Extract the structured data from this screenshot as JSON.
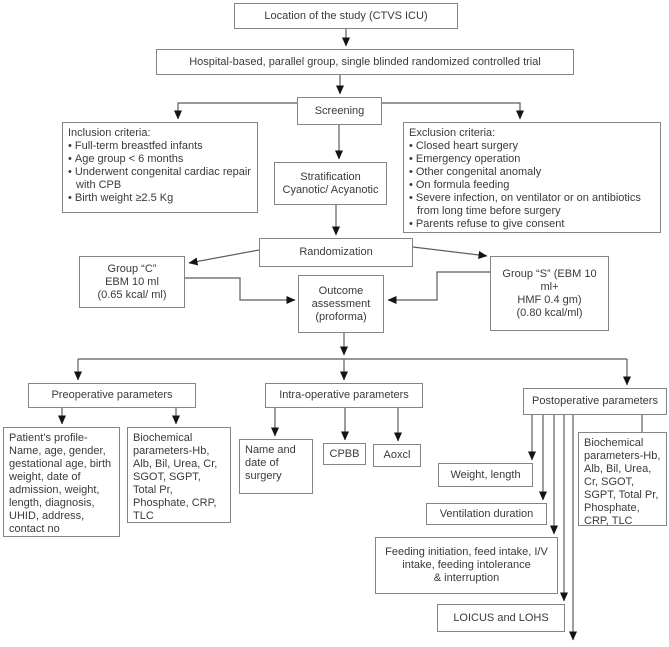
{
  "figure": {
    "type": "study-flowchart",
    "colors": {
      "background": "#ffffff",
      "box_border": "#858585",
      "text": "#3a3a3a",
      "connector": "#5c5c5c",
      "arrowhead": "#141414"
    },
    "glyphs": {
      "bullet": "•"
    }
  },
  "boxes": {
    "location": {
      "text": "Location of the study (CTVS ICU)"
    },
    "trial": {
      "text": "Hospital-based, parallel group, single blinded randomized controlled trial"
    },
    "screening": {
      "text": "Screening"
    },
    "inclusion": {
      "title": "Inclusion criteria:",
      "items": [
        "Full-term breastfed infants",
        "Age group < 6 months",
        "Underwent congenital cardiac repair with CPB",
        "Birth weight ≥2.5 Kg"
      ]
    },
    "exclusion": {
      "title": "Exclusion criteria:",
      "items": [
        "Closed heart surgery",
        "Emergency operation",
        "Other congenital anomaly",
        "On formula feeding",
        "Severe infection, on ventilator or on antibiotics from long time before surgery",
        "Parents refuse to give consent"
      ]
    },
    "stratification": {
      "lines": [
        "Stratification",
        "Cyanotic/ Acyanotic"
      ]
    },
    "randomization": {
      "text": "Randomization"
    },
    "group_c": {
      "lines": [
        "Group “C”",
        "EBM 10 ml",
        "(0.65 kcal/ ml)"
      ]
    },
    "group_s": {
      "lines": [
        "Group “S” (EBM 10 ml+",
        "HMF 0.4 gm)",
        "(0.80 kcal/ml)"
      ]
    },
    "outcome": {
      "lines": [
        "Outcome",
        "assessment",
        "(proforma)"
      ]
    },
    "preoperative": {
      "text": "Preoperative parameters"
    },
    "intraoperative": {
      "text": "Intra-operative parameters"
    },
    "postoperative": {
      "text": "Postoperative parameters"
    },
    "patient_profile": {
      "text": "Patient’s profile-Name, age, gender, gestational age, birth weight, date of admission, weight, length, diagnosis, UHID, address, contact no"
    },
    "biochem_pre": {
      "text": "Biochemical parameters-Hb, Alb, Bil, Urea, Cr, SGOT, SGPT, Total Pr, Phosphate, CRP, TLC"
    },
    "name_date_surgery": {
      "text": "Name and date of surgery"
    },
    "cpbb": {
      "text": "CPBB"
    },
    "aoxcl": {
      "text": "Aoxcl"
    },
    "weight_length": {
      "text": "Weight, length"
    },
    "ventilation": {
      "text": "Ventilation duration"
    },
    "biochem_post": {
      "text": "Biochemical parameters-Hb, Alb, Bil, Urea, Cr, SGOT, SGPT, Total Pr, Phosphate, CRP, TLC"
    },
    "feeding": {
      "lines": [
        "Feeding initiation, feed intake, I/V",
        "intake, feeding intolerance",
        "& interruption"
      ]
    },
    "loicus": {
      "text": "LOICUS and LOHS"
    }
  }
}
